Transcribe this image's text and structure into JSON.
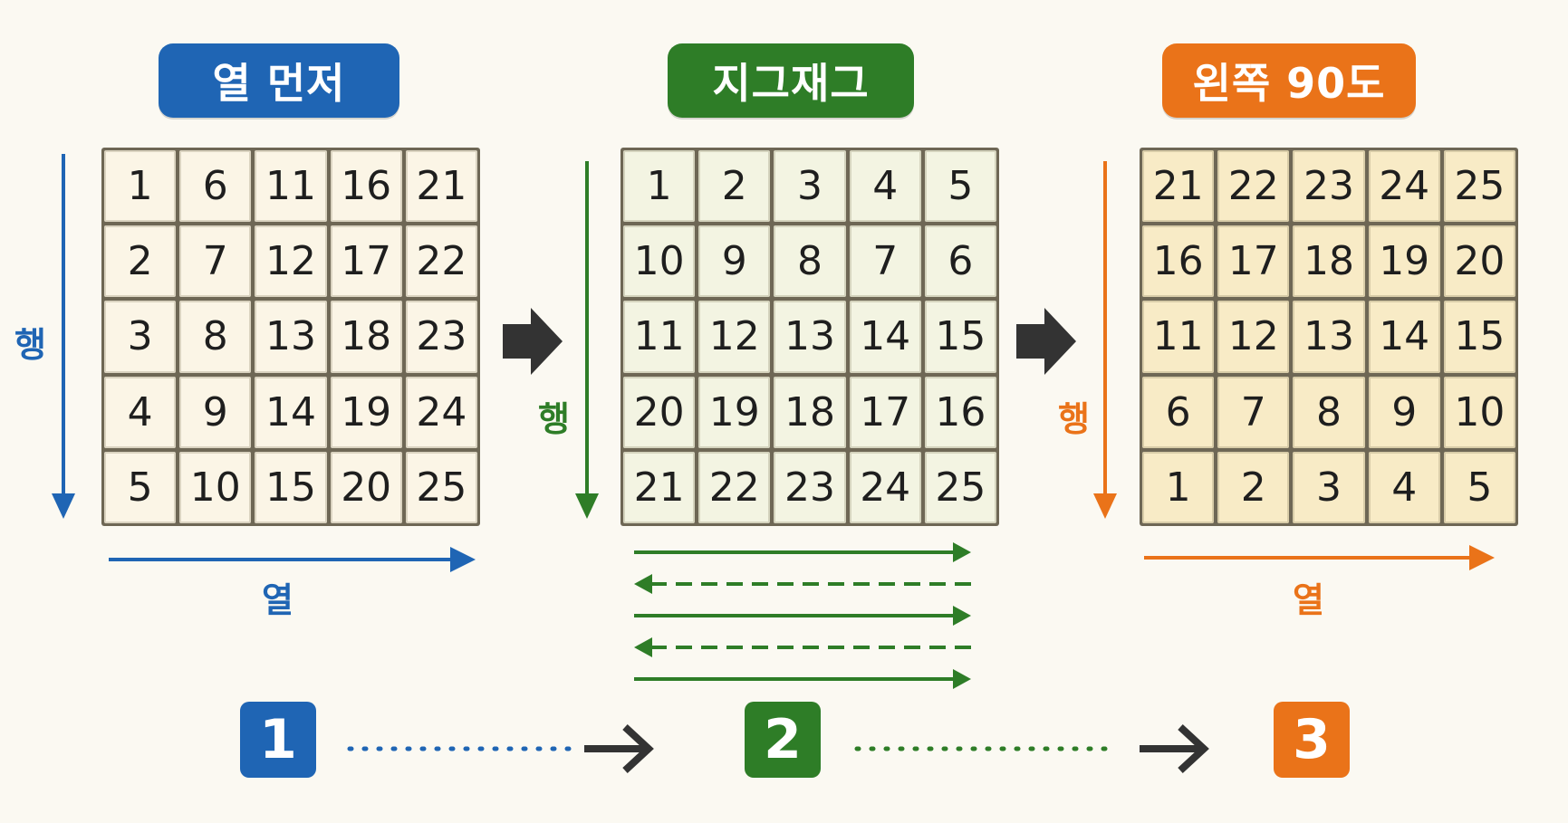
{
  "colors": {
    "blue": "#1f65b4",
    "green": "#2e7d27",
    "orange": "#ea7319",
    "dark_arrow": "#333333"
  },
  "panels": [
    {
      "title": "열 먼저",
      "color": "blue",
      "row_label": "행",
      "col_label": "열",
      "cells": [
        [
          1,
          6,
          11,
          16,
          21
        ],
        [
          2,
          7,
          12,
          17,
          22
        ],
        [
          3,
          8,
          13,
          18,
          23
        ],
        [
          4,
          9,
          14,
          19,
          24
        ],
        [
          5,
          10,
          15,
          20,
          25
        ]
      ]
    },
    {
      "title": "지그재그",
      "color": "green",
      "row_label": "행",
      "col_label": "",
      "cells": [
        [
          1,
          2,
          3,
          4,
          5
        ],
        [
          10,
          9,
          8,
          7,
          6
        ],
        [
          11,
          12,
          13,
          14,
          15
        ],
        [
          20,
          19,
          18,
          17,
          16
        ],
        [
          21,
          22,
          23,
          24,
          25
        ]
      ],
      "zigzag_directions": [
        "right",
        "left",
        "right",
        "left",
        "right"
      ]
    },
    {
      "title": "왼쪽 90도",
      "color": "orange",
      "row_label": "행",
      "col_label": "열",
      "cells": [
        [
          21,
          22,
          23,
          24,
          25
        ],
        [
          16,
          17,
          18,
          19,
          20
        ],
        [
          11,
          12,
          13,
          14,
          15
        ],
        [
          6,
          7,
          8,
          9,
          10
        ],
        [
          1,
          2,
          3,
          4,
          5
        ]
      ]
    }
  ],
  "steps": [
    "1",
    "2",
    "3"
  ],
  "icons": {
    "between_grids": "right-arrow-icon",
    "between_steps": "chevron-arrow-icon"
  }
}
